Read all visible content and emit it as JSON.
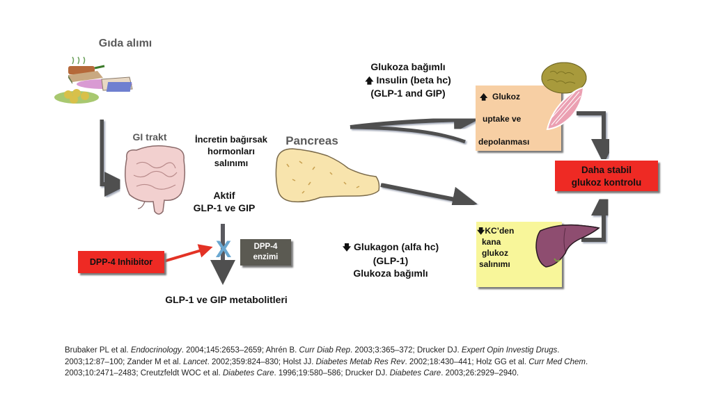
{
  "food": {
    "label": "Gıda alımı",
    "icon": "food-plate-icon"
  },
  "gi": {
    "label": "GI trakt",
    "icon": "intestine-icon"
  },
  "incretin": {
    "line1": "İncretin bağırsak",
    "line2": "hormonları",
    "line3": "salınımı"
  },
  "active": {
    "line1": "Aktif",
    "line2": "GLP-1 ve GIP"
  },
  "pancreas": {
    "label": "Pancreas",
    "icon": "pancreas-icon"
  },
  "insulin": {
    "line1": "Glukoza bağımlı",
    "arrow": "🡅",
    "line2": "Insulin (beta hc)",
    "line3": "(GLP-1 and GIP)"
  },
  "glucagon": {
    "arrow": "🡇",
    "line1": "Glukagon (alfa hc)",
    "line2": "(GLP-1)",
    "line3": "Glukoza bağımlı"
  },
  "uptake_box": {
    "arrow": "🡅",
    "line1": "Glukoz",
    "line2": "uptake ve",
    "line3": "depolanması",
    "color": "#f7cfa4"
  },
  "liver_box": {
    "arrow": "🡇",
    "line1": "KC’den",
    "line2": "kana",
    "line3": "glukoz",
    "line4": "salınımı",
    "color": "#f8f69a"
  },
  "result_box": {
    "line1": "Daha stabil",
    "line2": "glukoz kontrolu",
    "color": "#ee2a24"
  },
  "dpp4_inhibitor": {
    "label": "DPP-4  Inhibitor",
    "color": "#ee2a24"
  },
  "dpp4_enzyme": {
    "line1": "DPP-4",
    "line2": "enzimi",
    "color": "#5b5a52"
  },
  "block_mark": {
    "glyph": "X",
    "color": "#6aa7d0"
  },
  "metabolites": {
    "label": "GLP-1 ve GIP metabolitleri"
  },
  "references": {
    "r1a": "Brubaker PL et al. ",
    "r1b": "Endocrinology",
    "r1c": ". 2004;145:2653–2659; Ahrén B. ",
    "r2b": "Curr Diab Rep",
    "r2c": ". 2003;3:365–372; Drucker DJ. ",
    "r3b": "Expert Opin Investig Drugs",
    "r3c": ".",
    "r4a": "2003;12:87–100; Zander M et al. ",
    "r4b": "Lancet",
    "r4c": ". 2002;359:824–830; Holst JJ. ",
    "r5b": "Diabetes Metab Res Rev",
    "r5c": ". 2002;18:430–441; Holz GG et al. ",
    "r6b": "Curr Med Chem",
    "r6c": ".",
    "r7a": "2003;10:2471–2483; Creutzfeldt WOC et al. ",
    "r7b": "Diabetes Care",
    "r7c": ". 1996;19:580–586; Drucker DJ. ",
    "r8b": "Diabetes Care",
    "r8c": ". 2003;26:2929–2940."
  }
}
